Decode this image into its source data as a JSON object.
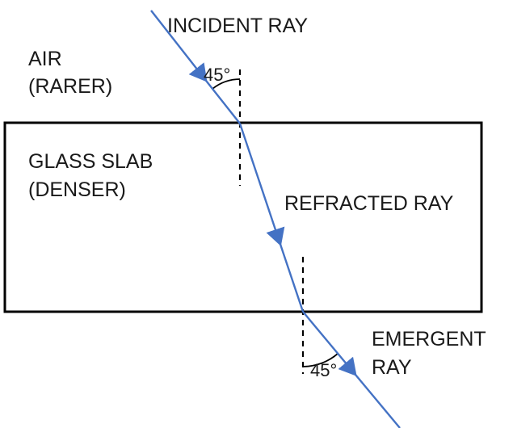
{
  "diagram": {
    "title_hint": "Refraction of light through a glass slab",
    "labels": {
      "incident_ray": "INCIDENT RAY",
      "medium_top_line1": "AIR",
      "medium_top_line2": "(RARER)",
      "slab_line1": "GLASS SLAB",
      "slab_line2": "(DENSER)",
      "refracted_ray": "REFRACTED RAY",
      "emergent_ray_line1": "EMERGENT",
      "emergent_ray_line2": "RAY",
      "incidence_angle": "45°",
      "emergence_angle": "45°"
    },
    "colors": {
      "ray": "#4472C4",
      "outline": "#000000",
      "text": "#1a1a1a",
      "background": "#FFFFFF"
    }
  }
}
